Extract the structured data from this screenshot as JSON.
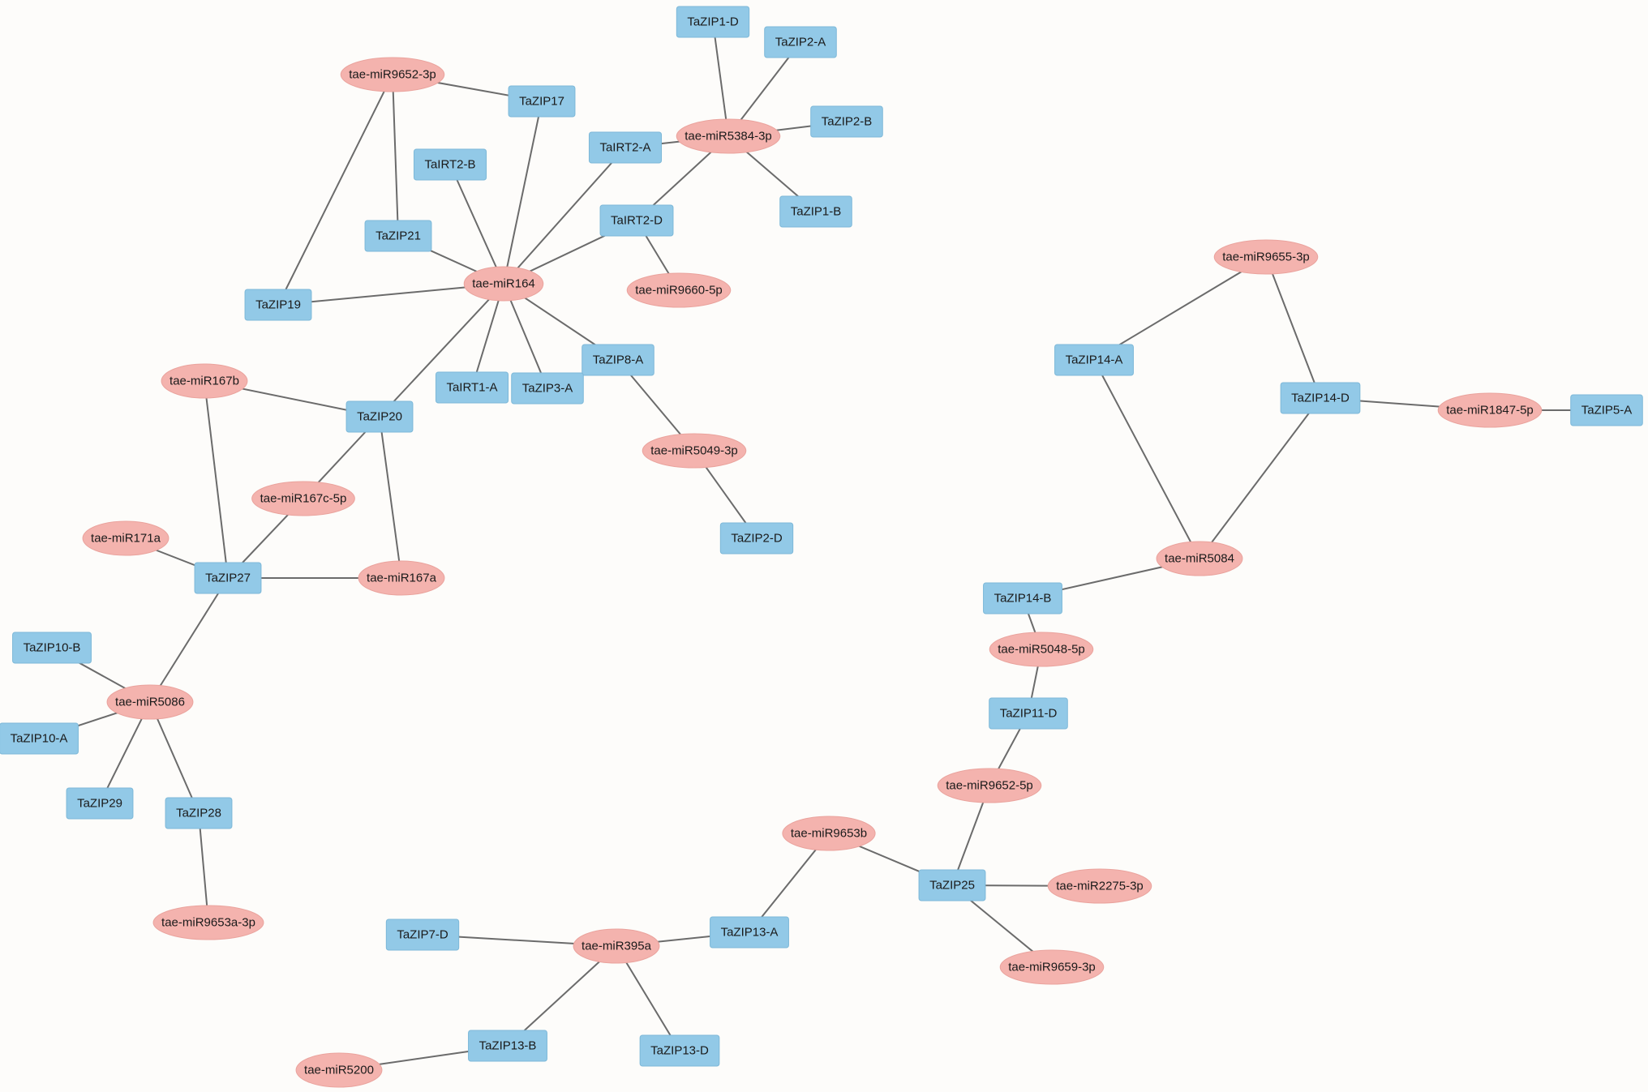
{
  "colors": {
    "gene_fill": "#92c9e7",
    "mirna_fill": "#f4b3ae",
    "edge": "#6b6b6b",
    "background": "#fdfcfa"
  },
  "nodes": [
    {
      "id": "TaZIP1-D",
      "type": "gene"
    },
    {
      "id": "TaZIP2-A",
      "type": "gene"
    },
    {
      "id": "tae-miR9652-3p",
      "type": "mirna"
    },
    {
      "id": "TaZIP17",
      "type": "gene"
    },
    {
      "id": "TaZIP2-B",
      "type": "gene"
    },
    {
      "id": "TaIRT2-A",
      "type": "gene"
    },
    {
      "id": "tae-miR5384-3p",
      "type": "mirna"
    },
    {
      "id": "TaIRT2-B",
      "type": "gene"
    },
    {
      "id": "TaZIP1-B",
      "type": "gene"
    },
    {
      "id": "TaIRT2-D",
      "type": "gene"
    },
    {
      "id": "TaZIP21",
      "type": "gene"
    },
    {
      "id": "tae-miR164",
      "type": "mirna"
    },
    {
      "id": "tae-miR9660-5p",
      "type": "mirna"
    },
    {
      "id": "TaZIP19",
      "type": "gene"
    },
    {
      "id": "TaZIP8-A",
      "type": "gene"
    },
    {
      "id": "TaIRT1-A",
      "type": "gene"
    },
    {
      "id": "TaZIP3-A",
      "type": "gene"
    },
    {
      "id": "tae-miR167b",
      "type": "mirna"
    },
    {
      "id": "TaZIP20",
      "type": "gene"
    },
    {
      "id": "tae-miR5049-3p",
      "type": "mirna"
    },
    {
      "id": "tae-miR167c-5p",
      "type": "mirna"
    },
    {
      "id": "tae-miR171a",
      "type": "mirna"
    },
    {
      "id": "TaZIP2-D",
      "type": "gene"
    },
    {
      "id": "TaZIP27",
      "type": "gene"
    },
    {
      "id": "tae-miR167a",
      "type": "mirna"
    },
    {
      "id": "TaZIP10-B",
      "type": "gene"
    },
    {
      "id": "tae-miR5086",
      "type": "mirna"
    },
    {
      "id": "TaZIP10-A",
      "type": "gene"
    },
    {
      "id": "TaZIP29",
      "type": "gene"
    },
    {
      "id": "TaZIP28",
      "type": "gene"
    },
    {
      "id": "tae-miR9653a-3p",
      "type": "mirna"
    },
    {
      "id": "tae-miR9655-3p",
      "type": "mirna"
    },
    {
      "id": "TaZIP14-A",
      "type": "gene"
    },
    {
      "id": "TaZIP14-D",
      "type": "gene"
    },
    {
      "id": "tae-miR1847-5p",
      "type": "mirna"
    },
    {
      "id": "TaZIP5-A",
      "type": "gene"
    },
    {
      "id": "tae-miR5084",
      "type": "mirna"
    },
    {
      "id": "TaZIP14-B",
      "type": "gene"
    },
    {
      "id": "tae-miR5048-5p",
      "type": "mirna"
    },
    {
      "id": "TaZIP11-D",
      "type": "gene"
    },
    {
      "id": "tae-miR9652-5p",
      "type": "mirna"
    },
    {
      "id": "tae-miR9653b",
      "type": "mirna"
    },
    {
      "id": "TaZIP25",
      "type": "gene"
    },
    {
      "id": "tae-miR2275-3p",
      "type": "mirna"
    },
    {
      "id": "TaZIP7-D",
      "type": "gene"
    },
    {
      "id": "tae-miR395a",
      "type": "mirna"
    },
    {
      "id": "TaZIP13-A",
      "type": "gene"
    },
    {
      "id": "tae-miR9659-3p",
      "type": "mirna"
    },
    {
      "id": "TaZIP13-B",
      "type": "gene"
    },
    {
      "id": "TaZIP13-D",
      "type": "gene"
    },
    {
      "id": "tae-miR5200",
      "type": "mirna"
    }
  ],
  "edges": [
    [
      "tae-miR9652-3p",
      "TaZIP17"
    ],
    [
      "tae-miR9652-3p",
      "TaZIP21"
    ],
    [
      "tae-miR9652-3p",
      "TaZIP19"
    ],
    [
      "tae-miR164",
      "TaZIP17"
    ],
    [
      "tae-miR164",
      "TaIRT2-B"
    ],
    [
      "tae-miR164",
      "TaZIP21"
    ],
    [
      "tae-miR164",
      "TaZIP19"
    ],
    [
      "tae-miR164",
      "TaIRT2-A"
    ],
    [
      "tae-miR164",
      "TaIRT2-D"
    ],
    [
      "tae-miR164",
      "TaZIP8-A"
    ],
    [
      "tae-miR164",
      "TaIRT1-A"
    ],
    [
      "tae-miR164",
      "TaZIP3-A"
    ],
    [
      "tae-miR164",
      "TaZIP20"
    ],
    [
      "tae-miR5384-3p",
      "TaZIP1-D"
    ],
    [
      "tae-miR5384-3p",
      "TaZIP2-A"
    ],
    [
      "tae-miR5384-3p",
      "TaZIP2-B"
    ],
    [
      "tae-miR5384-3p",
      "TaIRT2-A"
    ],
    [
      "tae-miR5384-3p",
      "TaZIP1-B"
    ],
    [
      "tae-miR5384-3p",
      "TaIRT2-D"
    ],
    [
      "TaIRT2-D",
      "tae-miR9660-5p"
    ],
    [
      "TaZIP8-A",
      "tae-miR5049-3p"
    ],
    [
      "tae-miR5049-3p",
      "TaZIP2-D"
    ],
    [
      "tae-miR167b",
      "TaZIP20"
    ],
    [
      "tae-miR167b",
      "TaZIP27"
    ],
    [
      "TaZIP20",
      "tae-miR167c-5p"
    ],
    [
      "TaZIP20",
      "tae-miR167a"
    ],
    [
      "tae-miR167c-5p",
      "TaZIP27"
    ],
    [
      "tae-miR171a",
      "TaZIP27"
    ],
    [
      "TaZIP27",
      "tae-miR167a"
    ],
    [
      "TaZIP27",
      "tae-miR5086"
    ],
    [
      "tae-miR5086",
      "TaZIP10-B"
    ],
    [
      "tae-miR5086",
      "TaZIP10-A"
    ],
    [
      "tae-miR5086",
      "TaZIP29"
    ],
    [
      "tae-miR5086",
      "TaZIP28"
    ],
    [
      "TaZIP28",
      "tae-miR9653a-3p"
    ],
    [
      "tae-miR9655-3p",
      "TaZIP14-A"
    ],
    [
      "tae-miR9655-3p",
      "TaZIP14-D"
    ],
    [
      "TaZIP14-D",
      "tae-miR1847-5p"
    ],
    [
      "tae-miR1847-5p",
      "TaZIP5-A"
    ],
    [
      "TaZIP14-A",
      "tae-miR5084"
    ],
    [
      "TaZIP14-D",
      "tae-miR5084"
    ],
    [
      "tae-miR5084",
      "TaZIP14-B"
    ],
    [
      "TaZIP14-B",
      "tae-miR5048-5p"
    ],
    [
      "tae-miR5048-5p",
      "TaZIP11-D"
    ],
    [
      "TaZIP11-D",
      "tae-miR9652-5p"
    ],
    [
      "tae-miR9652-5p",
      "TaZIP25"
    ],
    [
      "tae-miR9653b",
      "TaZIP25"
    ],
    [
      "TaZIP25",
      "tae-miR2275-3p"
    ],
    [
      "TaZIP25",
      "tae-miR9659-3p"
    ],
    [
      "tae-miR9653b",
      "TaZIP13-A"
    ],
    [
      "TaZIP13-A",
      "tae-miR395a"
    ],
    [
      "TaZIP7-D",
      "tae-miR395a"
    ],
    [
      "tae-miR395a",
      "TaZIP13-B"
    ],
    [
      "tae-miR395a",
      "TaZIP13-D"
    ],
    [
      "TaZIP13-B",
      "tae-miR5200"
    ]
  ]
}
